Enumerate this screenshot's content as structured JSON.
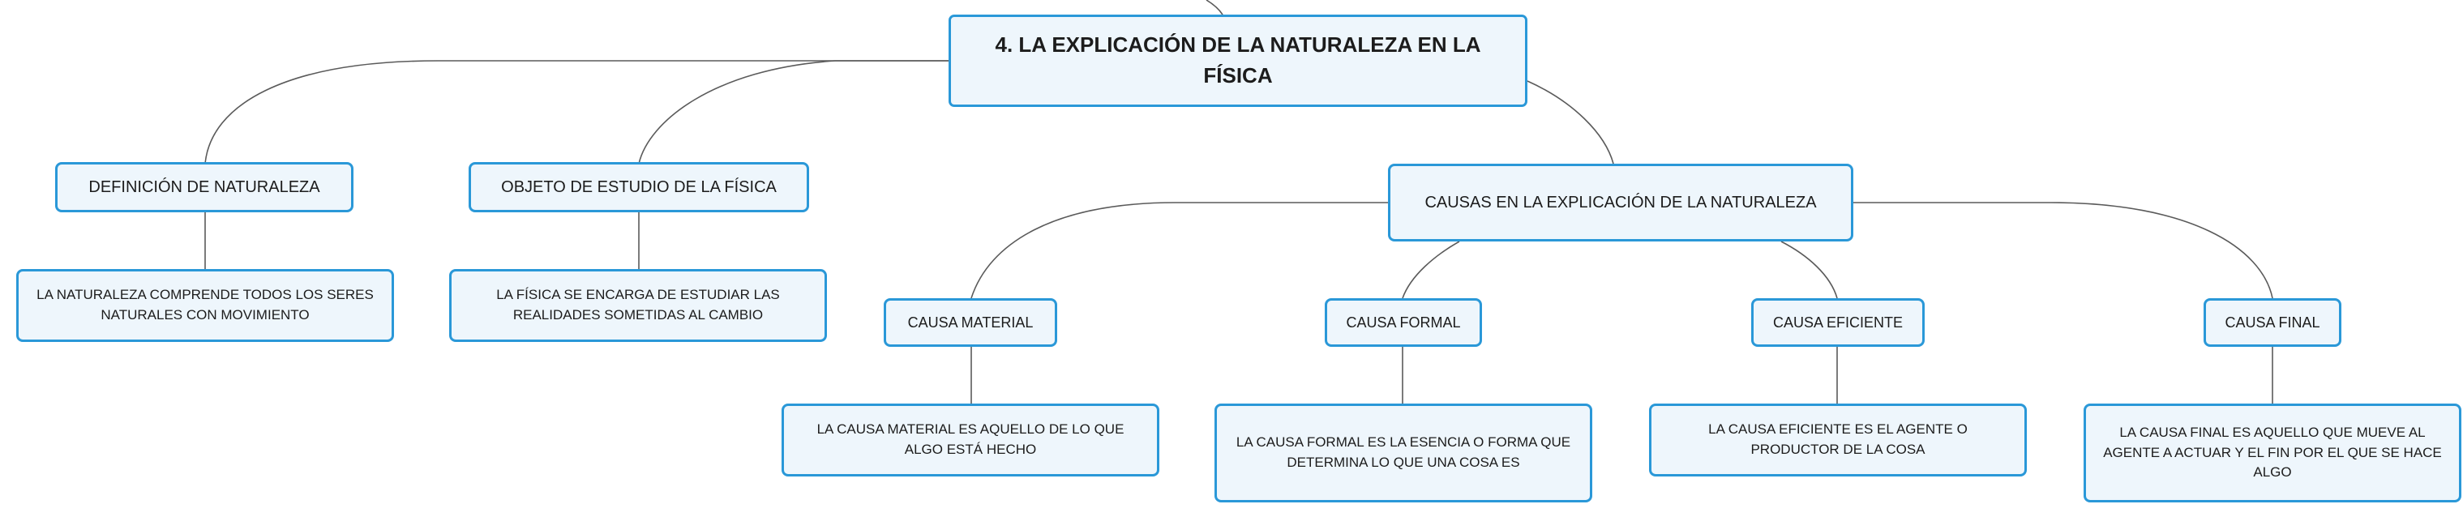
{
  "root": "4. LA EXPLICACIÓN DE LA NATURALEZA EN LA FÍSICA",
  "definicion": {
    "title": "DEFINICIÓN DE NATURALEZA",
    "detail": "LA NATURALEZA COMPRENDE TODOS LOS SERES NATURALES CON MOVIMIENTO"
  },
  "objeto": {
    "title": "OBJETO DE ESTUDIO DE LA FÍSICA",
    "detail": "LA FÍSICA SE ENCARGA DE ESTUDIAR LAS REALIDADES SOMETIDAS AL CAMBIO"
  },
  "causas": {
    "title": "CAUSAS EN LA EXPLICACIÓN DE LA NATURALEZA",
    "items": [
      {
        "title": "CAUSA MATERIAL",
        "detail": "LA CAUSA MATERIAL ES AQUELLO DE LO QUE ALGO ESTÁ HECHO"
      },
      {
        "title": "CAUSA FORMAL",
        "detail": "LA CAUSA FORMAL ES LA ESENCIA O FORMA QUE DETERMINA LO QUE UNA COSA ES"
      },
      {
        "title": "CAUSA EFICIENTE",
        "detail": "LA CAUSA EFICIENTE ES EL AGENTE O PRODUCTOR DE LA COSA"
      },
      {
        "title": "CAUSA FINAL",
        "detail": "LA CAUSA FINAL ES AQUELLO QUE MUEVE AL AGENTE A ACTUAR Y EL FIN POR EL QUE SE HACE ALGO"
      }
    ]
  }
}
